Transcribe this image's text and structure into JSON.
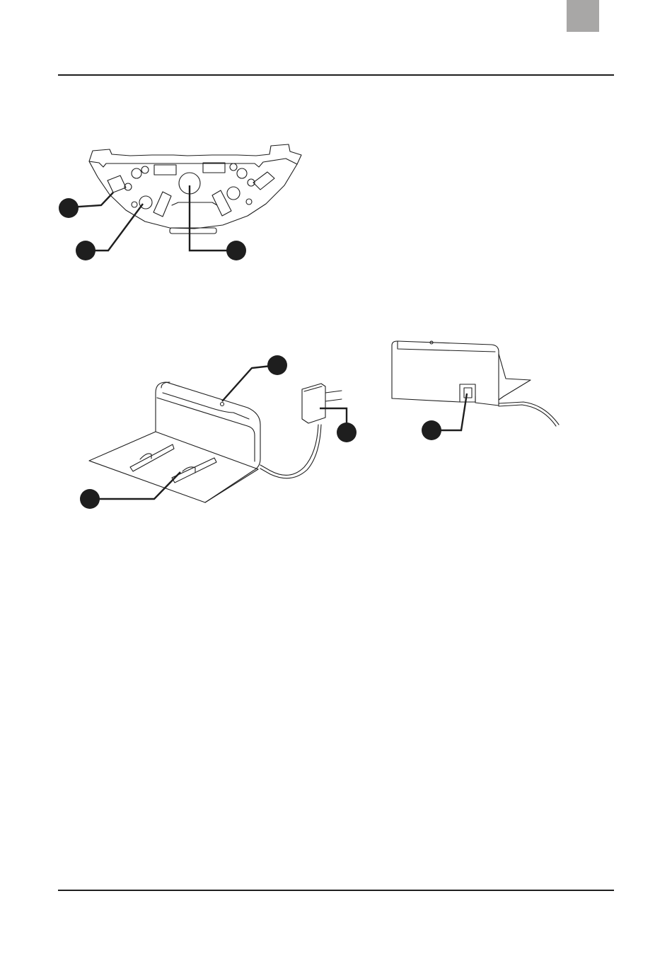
{
  "page": {
    "tab_marker_color": "#a8a7a6",
    "line_color": "#1e1e1e",
    "background": "#ffffff"
  },
  "figures": [
    {
      "id": "robot-underside",
      "callouts": 3
    },
    {
      "id": "charging-dock-with-adapter",
      "callouts": 3
    },
    {
      "id": "charging-dock-rear",
      "callouts": 1
    }
  ]
}
